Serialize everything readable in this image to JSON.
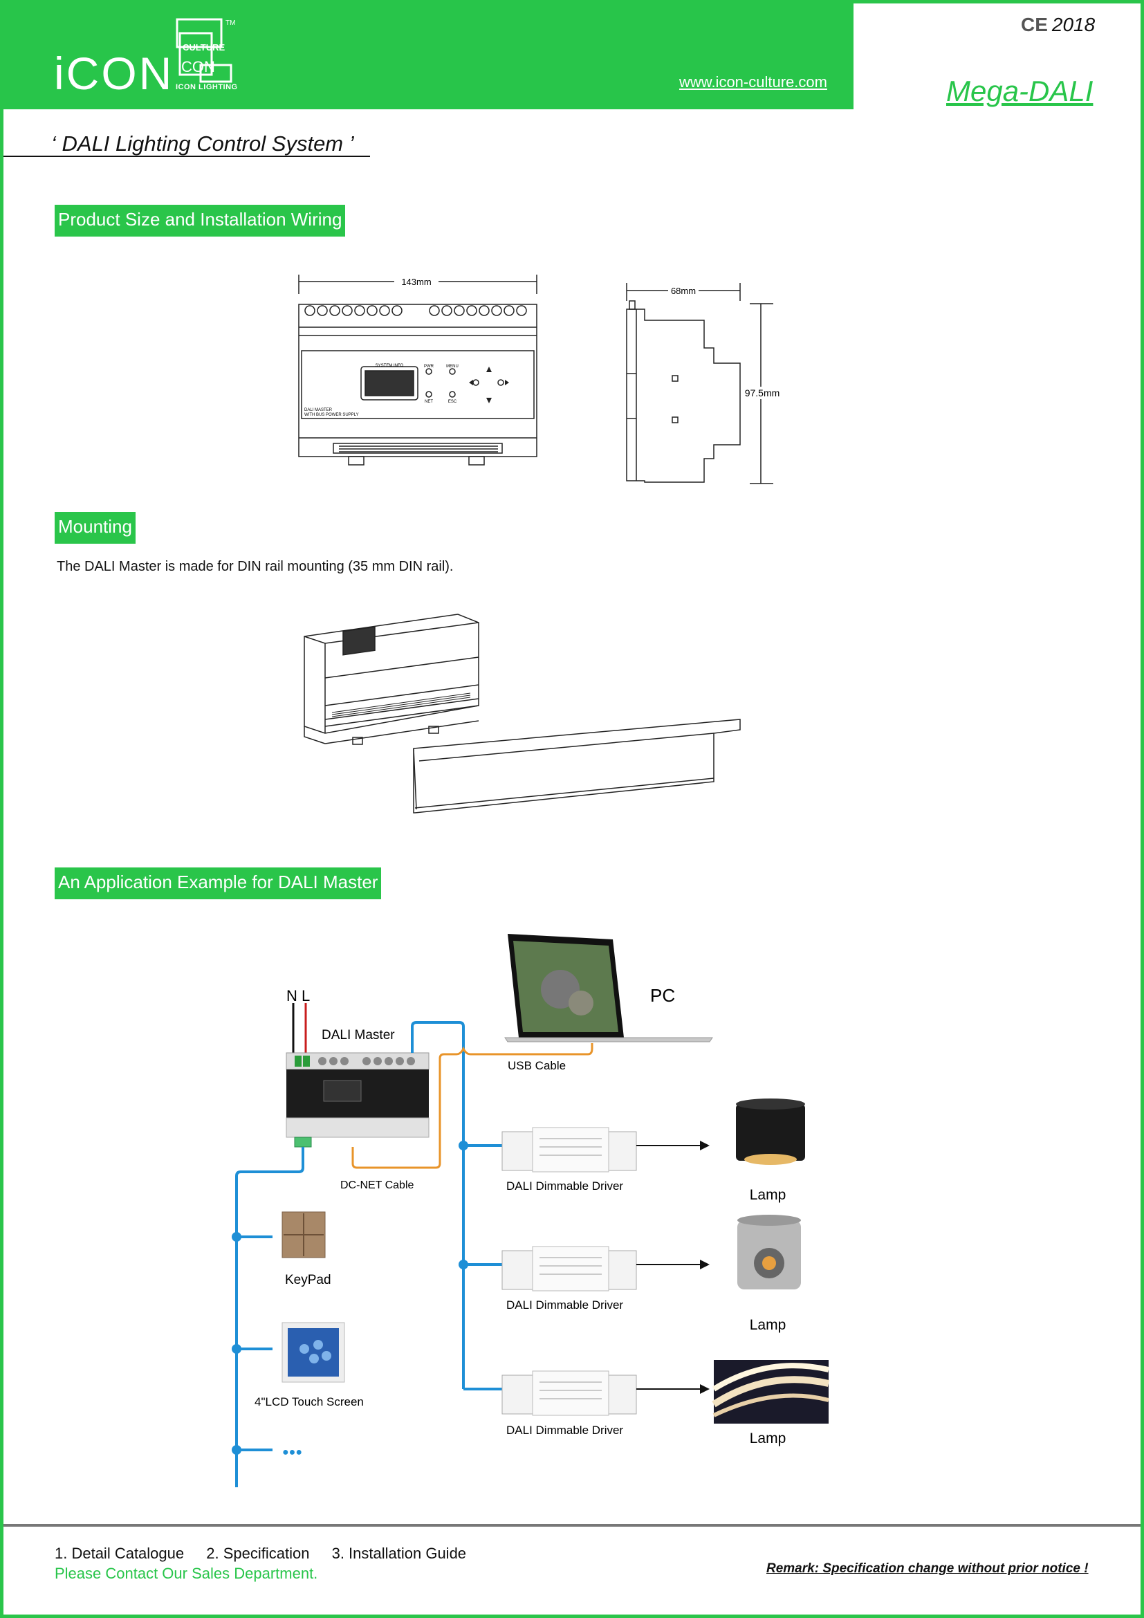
{
  "header": {
    "logo_text": "iCON",
    "logo_box": {
      "line1": "CULTURE",
      "line2": "CON",
      "tm": "TM"
    },
    "logo_subtitle": "ICON LIGHTING",
    "website": "www.icon-culture.com",
    "ce_mark": "CE",
    "year": "2018",
    "product_name": "Mega-DALI"
  },
  "document_title": "‘ DALI Lighting Control System ’",
  "sections": {
    "size": {
      "heading": "Product Size and Installation Wiring",
      "width_dim": "143mm",
      "depth_dim": "68mm",
      "height_dim": "97.5mm",
      "panel": {
        "system_info": "SYSTEM INFO",
        "pwr": "PWR",
        "menu": "MENU",
        "net": "NET",
        "esc": "ESC",
        "model_line1": "DALI MASTER",
        "model_line2": "WITH BUS POWER SUPPLY"
      }
    },
    "mounting": {
      "heading": "Mounting",
      "text": "The DALI Master is made for DIN rail mounting (35 mm DIN rail)."
    },
    "application": {
      "heading": "An Application Example for DALI Master",
      "labels": {
        "n": "N",
        "l": "L",
        "master": "DALI Master",
        "pc": "PC",
        "usb": "USB Cable",
        "dcnet": "DC-NET Cable",
        "keypad": "KeyPad",
        "touch": "4\"LCD Touch Screen",
        "more": "●●●"
      },
      "drivers": [
        {
          "label": "DALI Dimmable Driver",
          "lamp": "Lamp"
        },
        {
          "label": "DALI Dimmable Driver",
          "lamp": "Lamp"
        },
        {
          "label": "DALI Dimmable Driver",
          "lamp": "Lamp"
        }
      ]
    }
  },
  "footer": {
    "links": [
      "1. Detail Catalogue",
      "2. Specification",
      "3. Installation Guide"
    ],
    "contact": "Please Contact Our Sales Department.",
    "remark": "Remark: Specification change without prior notice !"
  },
  "colors": {
    "brand_green": "#28c54a",
    "wire_blue": "#1e8fd6",
    "wire_orange": "#e8942a"
  }
}
